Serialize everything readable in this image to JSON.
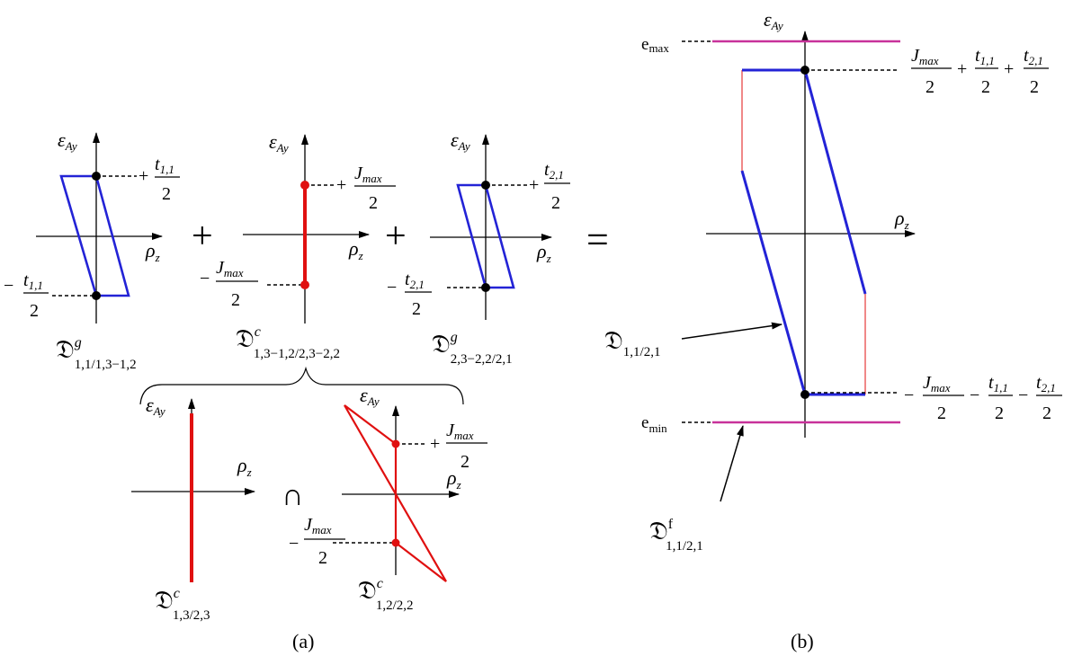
{
  "labels": {
    "axis_eps": "ε",
    "axis_eps_sub": "Ay",
    "axis_rho": "ρ",
    "axis_rho_sub": "z",
    "op_plus": "+",
    "op_equals": "=",
    "op_cap": "∩",
    "sign_plus": "+",
    "sign_minus": "−",
    "frac_den": "2",
    "t11": "t",
    "t11_sub": "1,1",
    "t21": "t",
    "t21_sub": "2,1",
    "jmax": "J",
    "jmax_sub": "max",
    "frak_D": "𝔇",
    "sup_g": "g",
    "sup_c": "c",
    "sup_f": "f",
    "sub_g1": "1,1/1,3−1,2",
    "sub_c1": "1,3−1,2/2,3−2,2",
    "sub_g2": "2,3−2,2/2,1",
    "sub_c13": "1,3/2,3",
    "sub_c12": "1,2/2,2",
    "sub_res": "1,1/2,1",
    "sub_resf": "1,1/2,1",
    "emax": "e",
    "emax_sub": "max",
    "emin": "e",
    "emin_sub": "min",
    "caption_a": "(a)",
    "caption_b": "(b)"
  },
  "colors": {
    "blue": "#2323d6",
    "red": "#e01010",
    "magenta": "#c8329a",
    "black": "#000000"
  }
}
